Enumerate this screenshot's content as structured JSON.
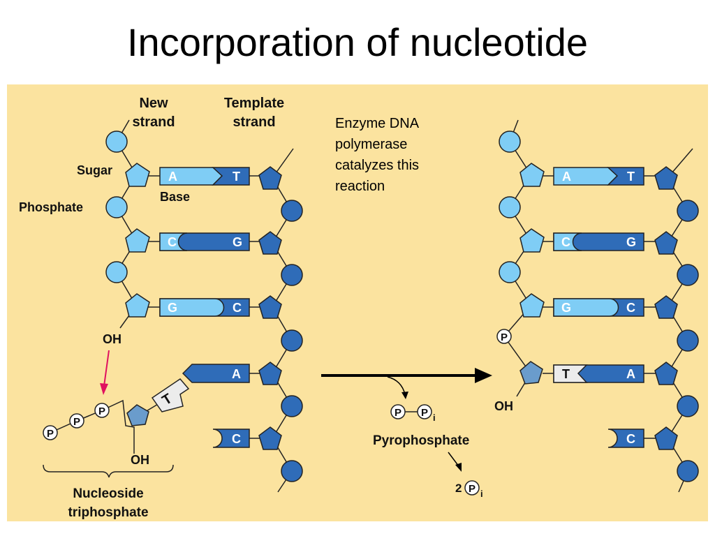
{
  "title": "Incorporation of nucleotide",
  "labels": {
    "new_strand_1": "New",
    "new_strand_2": "strand",
    "template_strand_1": "Template",
    "template_strand_2": "strand",
    "sugar": "Sugar",
    "base": "Base",
    "phosphate": "Phosphate",
    "oh_left_strand": "OH",
    "oh_nucleoside": "OH",
    "nucleoside_1": "Nucleoside",
    "nucleoside_2": "triphosphate",
    "enzyme_1": "Enzyme DNA",
    "enzyme_2": "polymerase",
    "enzyme_3": "catalyzes this",
    "enzyme_4": "reaction",
    "pyrophosphate": "Pyrophosphate",
    "oh_right_strand": "OH",
    "p": "P",
    "pi_sub": "i",
    "two": "2"
  },
  "left_pairs": [
    {
      "new_base": "A",
      "template_base": "T"
    },
    {
      "new_base": "C",
      "template_base": "G"
    },
    {
      "new_base": "G",
      "template_base": "C"
    }
  ],
  "left_unpaired": [
    {
      "template_base": "A"
    },
    {
      "template_base": "C"
    }
  ],
  "incoming_base": "T",
  "right_pairs": [
    {
      "new_base": "A",
      "template_base": "T"
    },
    {
      "new_base": "C",
      "template_base": "G"
    },
    {
      "new_base": "G",
      "template_base": "C"
    },
    {
      "new_base": "T",
      "template_base": "A"
    }
  ],
  "right_unpaired": [
    {
      "template_base": "C"
    }
  ],
  "colors": {
    "panel": "#fbe39f",
    "light_blue": "#7fcdf5",
    "dark_blue": "#2f6cb8",
    "sugar_incoming": "#6a9ccc",
    "arrow_red": "#e0115f",
    "pale_base": "#ececec"
  }
}
